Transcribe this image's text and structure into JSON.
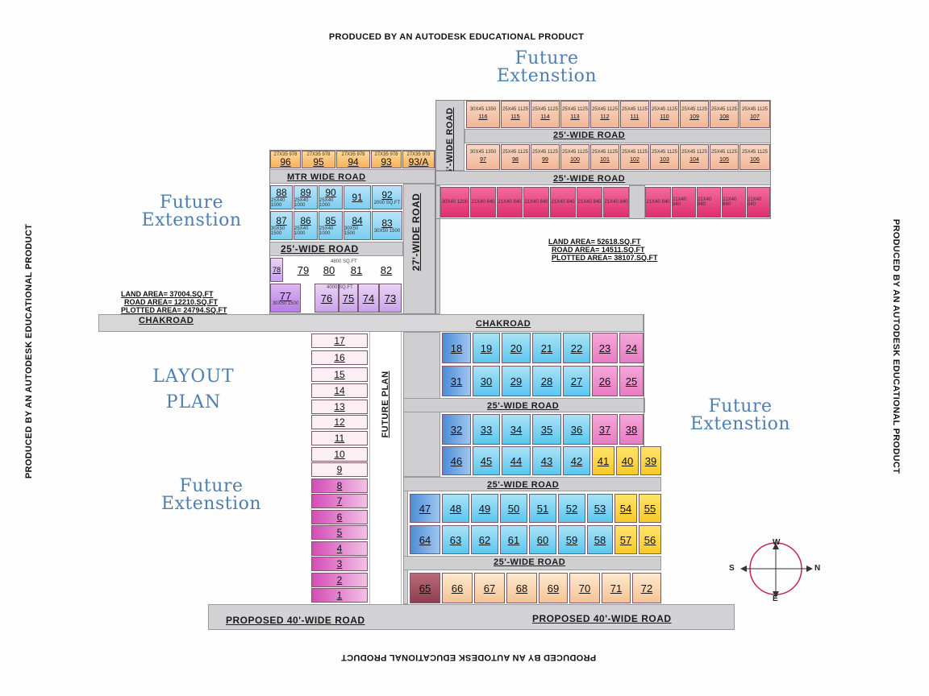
{
  "watermark": {
    "top": "PRODUCED BY AN AUTODESK EDUCATIONAL PRODUCT",
    "bottom": "PRODUCED BY AN AUTODESK EDUCATIONAL PRODUCT",
    "left": "PRODUCED BY AN AUTODESK EDUCATIONAL PRODUCT",
    "right": "PRODUCED BY AN AUTODESK EDUCATIONAL PRODUCT"
  },
  "labels": {
    "future_extension_1": "Future",
    "future_extension_2": "Extenstion",
    "layout_plan_1": "LAYOUT",
    "layout_plan_2": "PLAN",
    "future_plan": "FUTURE PLAN"
  },
  "roads": {
    "chakroad": "CHAKROAD",
    "mtr": "MTR WIDE ROAD",
    "wide25": "25'-WIDE ROAD",
    "wide27": "27'-WIDE ROAD",
    "proposed40": "PROPOSED 40'-WIDE ROAD",
    "proposed40_b": "PROPOSED 40'-WIDE ROAD"
  },
  "area_left": {
    "land": "LAND AREA= 37004.SQ.FT",
    "road": "ROAD AREA= 12210.SQ.FT",
    "plotted": "PLOTTED AREA= 24794.SQ.FT"
  },
  "area_right": {
    "land": "LAND AREA= 52618.SQ.FT",
    "road": "ROAD AREA= 14511.SQ.FT",
    "plotted": "PLOTTED AREA= 38107.SQ.FT"
  },
  "compass": {
    "n": "N",
    "s": "S",
    "e": "E",
    "w": "W"
  },
  "plots": {
    "p1": "1",
    "p2": "2",
    "p3": "3",
    "p4": "4",
    "p5": "5",
    "p6": "6",
    "p7": "7",
    "p8": "8",
    "p9": "9",
    "p10": "10",
    "p11": "11",
    "p12": "12",
    "p13": "13",
    "p14": "14",
    "p15": "15",
    "p16": "16",
    "p17": "17",
    "p18": "18",
    "p19": "19",
    "p20": "20",
    "p21": "21",
    "p22": "22",
    "p23": "23",
    "p24": "24",
    "p25": "25",
    "p26": "26",
    "p27": "27",
    "p28": "28",
    "p29": "29",
    "p30": "30",
    "p31": "31",
    "p32": "32",
    "p33": "33",
    "p34": "34",
    "p35": "35",
    "p36": "36",
    "p37": "37",
    "p38": "38",
    "p39": "39",
    "p40": "40",
    "p41": "41",
    "p42": "42",
    "p43": "43",
    "p44": "44",
    "p45": "45",
    "p46": "46",
    "p47": "47",
    "p48": "48",
    "p49": "49",
    "p50": "50",
    "p51": "51",
    "p52": "52",
    "p53": "53",
    "p54": "54",
    "p55": "55",
    "p56": "56",
    "p57": "57",
    "p58": "58",
    "p59": "59",
    "p60": "60",
    "p61": "61",
    "p62": "62",
    "p63": "63",
    "p64": "64",
    "p65": "65",
    "p66": "66",
    "p67": "67",
    "p68": "68",
    "p69": "69",
    "p70": "70",
    "p71": "71",
    "p72": "72",
    "p73": "73",
    "p74": "74",
    "p75": "75",
    "p76": "76",
    "p77": "77",
    "p78": "78",
    "p79": "79",
    "p80": "80",
    "p81": "81",
    "p82": "82",
    "p83": "83",
    "p84": "84",
    "p85": "85",
    "p86": "86",
    "p87": "87",
    "p88": "88",
    "p89": "89",
    "p90": "90",
    "p91": "91",
    "p92": "92",
    "p93": "93",
    "p93a": "93/A",
    "p94": "94",
    "p95": "95",
    "p96": "96",
    "p97": "97",
    "p98": "98",
    "p99": "99",
    "p100": "100",
    "p101": "101",
    "p102": "102",
    "p103": "103",
    "p104": "104",
    "p105": "105",
    "p106": "106",
    "p107": "107",
    "p108": "108",
    "p109": "109",
    "p110": "110",
    "p111": "111",
    "p112": "112",
    "p113": "113",
    "p114": "114",
    "p115": "115",
    "p116": "116"
  },
  "plot_sizes": {
    "s88": "2000 SQ.FT",
    "s4800": "4800 SQ.FT",
    "s4000": "4000 SQ.FT",
    "dim_2540": "25X40 1000",
    "dim_3050": "30X50 1500",
    "dim_2735": "27X35 978",
    "dim_2545": "25X45 1125",
    "dim_3045": "30X45 1350",
    "dim_2140": "21X40 840",
    "dim_3040": "30X40 1200"
  }
}
